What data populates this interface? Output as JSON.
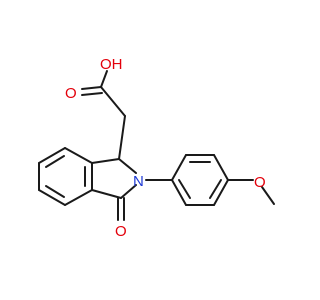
{
  "molecule": {
    "atoms": [
      {
        "id": "O_top",
        "text": "OH",
        "color": "#e3000b"
      },
      {
        "id": "O_mid",
        "text": "O",
        "color": "#e3000b"
      },
      {
        "id": "N",
        "text": "N",
        "color": "#1f3bd6"
      },
      {
        "id": "O_bottom",
        "text": "O",
        "color": "#e3000b"
      },
      {
        "id": "O_methoxy",
        "text": "O",
        "color": "#e3000b"
      }
    ],
    "bond_color": "#1a1a1a"
  }
}
